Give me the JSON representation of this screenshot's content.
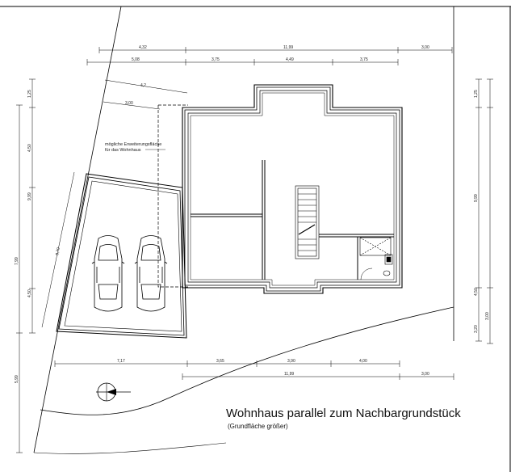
{
  "title": "Wohnhaus parallel zum Nachbargrundstück",
  "subtitle": "(Grundfläche größer)",
  "note": {
    "line1": "mögliche Erweiterungsfläche",
    "line2": "für das Wohnhaus"
  },
  "dimensions": {
    "top_row1": [
      "4,32",
      "11,99",
      "3,00"
    ],
    "top_row2": [
      "5,08",
      "3,75",
      "4,49",
      "3,75"
    ],
    "diag_top": "4,2",
    "diag_mid": "3,00",
    "diag_long": "8,70",
    "left_outer": [
      "7,99",
      "5,99"
    ],
    "left_inner": [
      "1,25",
      "4,50",
      "9,99",
      "4,50"
    ],
    "right_outer": [
      "1,25",
      "9,99",
      "4,50",
      "3,20"
    ],
    "right_inner": [
      "3,00"
    ],
    "bottom_row1": [
      "7,17",
      "3,65",
      "3,90",
      "4,00"
    ],
    "bottom_row2": [
      "11,99",
      "3,00"
    ]
  }
}
